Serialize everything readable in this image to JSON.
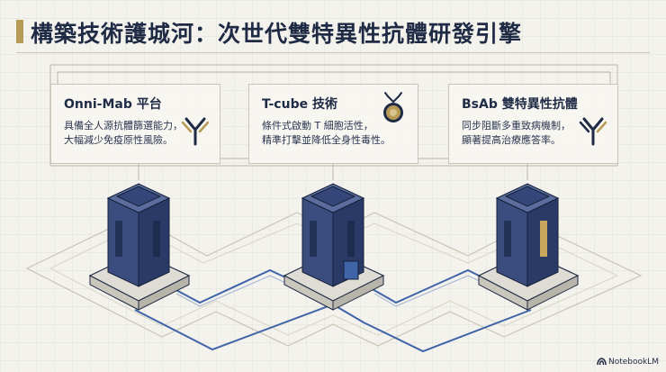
{
  "slide": {
    "title": "構築技術護城河：次世代雙特異性抗體研發引擎"
  },
  "cards": [
    {
      "heading": "Onni-Mab 平台",
      "lines": [
        "具備全人源抗體篩選能力，",
        "大幅減少免疫原性風險。"
      ],
      "icon": "antibody-icon"
    },
    {
      "heading": "T-cube 技術",
      "lines": [
        "條件式啟動 T 細胞活性，",
        "精準打擊並降低全身性毒性。"
      ],
      "icon": "t-cell-activation-icon"
    },
    {
      "heading": "BsAb 雙特異性抗體",
      "lines": [
        "同步阻斷多重致病機制，",
        "顯著提高治療應答率。"
      ],
      "icon": "bispecific-antibody-icon"
    }
  ],
  "footer": {
    "brand": "NotebookLM",
    "icon": "notebooklm-logo-icon"
  },
  "colors": {
    "navy": "#1f2a44",
    "gold": "#b89a57",
    "blue": "#3f64a8",
    "background": "#f3f2ec"
  }
}
